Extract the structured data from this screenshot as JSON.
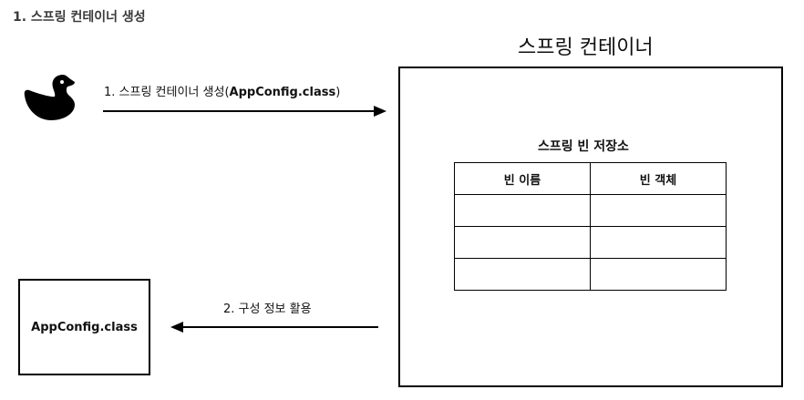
{
  "heading": "1. 스프링 컨테이너 생성",
  "container": {
    "title": "스프링 컨테이너",
    "repository_title": "스프링 빈 저장소",
    "table": {
      "columns": [
        "빈 이름",
        "빈 객체"
      ],
      "rows": [
        [
          "",
          ""
        ],
        [
          "",
          ""
        ],
        [
          "",
          ""
        ]
      ]
    }
  },
  "arrows": {
    "create": {
      "label_prefix": "1. 스프링 컨테이너 생성(",
      "label_strong": "AppConfig.class",
      "label_suffix": ")"
    },
    "config": {
      "label": "2. 구성 정보 활용"
    }
  },
  "config_box": {
    "label": "AppConfig.class"
  },
  "icons": {
    "client": "duck-icon"
  },
  "colors": {
    "stroke": "#000000",
    "heading": "#3a3a3a"
  }
}
